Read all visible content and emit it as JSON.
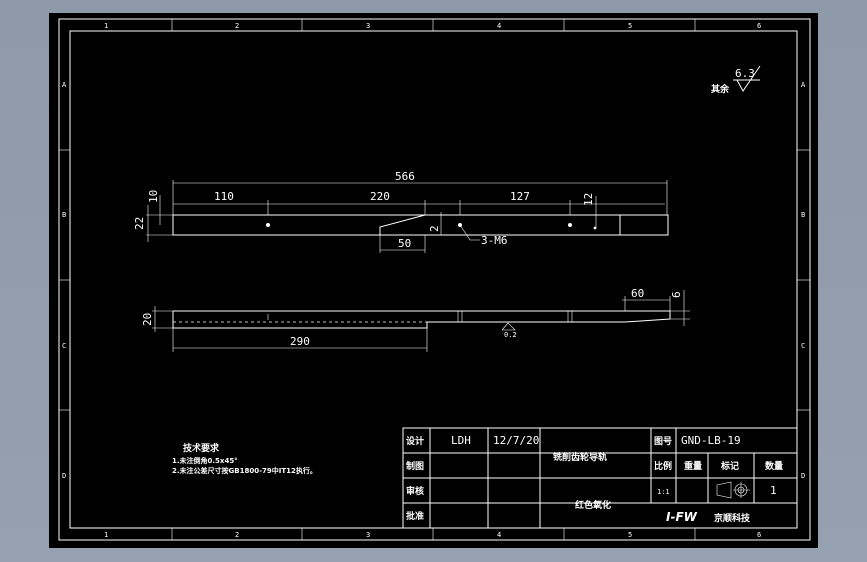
{
  "drawing": {
    "zone_columns": [
      "1",
      "2",
      "3",
      "4",
      "5",
      "6"
    ],
    "zone_rows": [
      "A",
      "B",
      "C",
      "D"
    ],
    "colors": {
      "paper": "#000000",
      "line": "#ffffff",
      "viewport": "#8f9aaa"
    }
  },
  "roughness": {
    "label": "其余",
    "value": "6.3"
  },
  "view_top": {
    "dims": {
      "overall": "566",
      "seg1": "110",
      "seg2": "220",
      "seg3": "127",
      "slot": "50",
      "height": "22",
      "offset": "10",
      "hole_h": "12",
      "step": "2",
      "callout": "3-M6"
    }
  },
  "view_front": {
    "dims": {
      "height": "20",
      "length": "290",
      "end": "60",
      "end_h": "6",
      "finish": "0.2"
    }
  },
  "notes": {
    "title": "技术要求",
    "lines": [
      "1.未注倒角0.5x45°",
      "2.未注公差尺寸按GB1800-79中IT12执行。"
    ]
  },
  "title_block": {
    "row_labels": [
      "设计",
      "制图",
      "审核",
      "批准"
    ],
    "designer": "LDH",
    "date": "12/7/20",
    "part_name": "铣削齿轮导轨",
    "material": "红色氧化",
    "drawing_no_label": "图号",
    "drawing_no": "GND-LB-19",
    "scale_label": "比例",
    "weight_label": "重量",
    "mark_label": "标记",
    "qty_label": "数量",
    "scale": "1:1",
    "qty": "1",
    "logo": "I-FW",
    "company": "京顺科技"
  }
}
